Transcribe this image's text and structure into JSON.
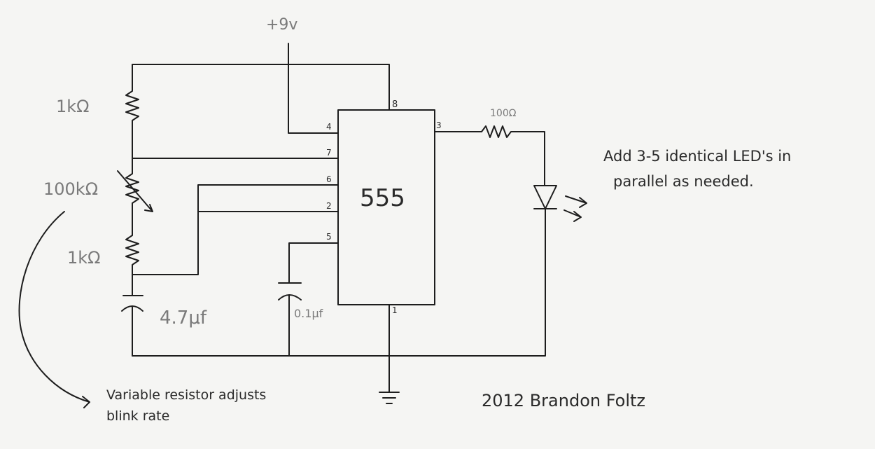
{
  "supply": "+9v",
  "chip": {
    "label": "555",
    "pins": {
      "p8": "8",
      "p4": "4",
      "p3": "3",
      "p7": "7",
      "p6": "6",
      "p2": "2",
      "p5": "5",
      "p1": "1"
    }
  },
  "components": {
    "r_top": "1kΩ",
    "r_var": "100kΩ",
    "r_bottom": "1kΩ",
    "c_timing": "4.7μf",
    "c_control": "0.1μf",
    "r_led": "100Ω"
  },
  "notes": {
    "led_line1": "Add 3-5 identical LED's in",
    "led_line2": "parallel as needed.",
    "var_line1": "Variable resistor adjusts",
    "var_line2": "blink rate",
    "signature": "2012 Brandon Foltz"
  }
}
